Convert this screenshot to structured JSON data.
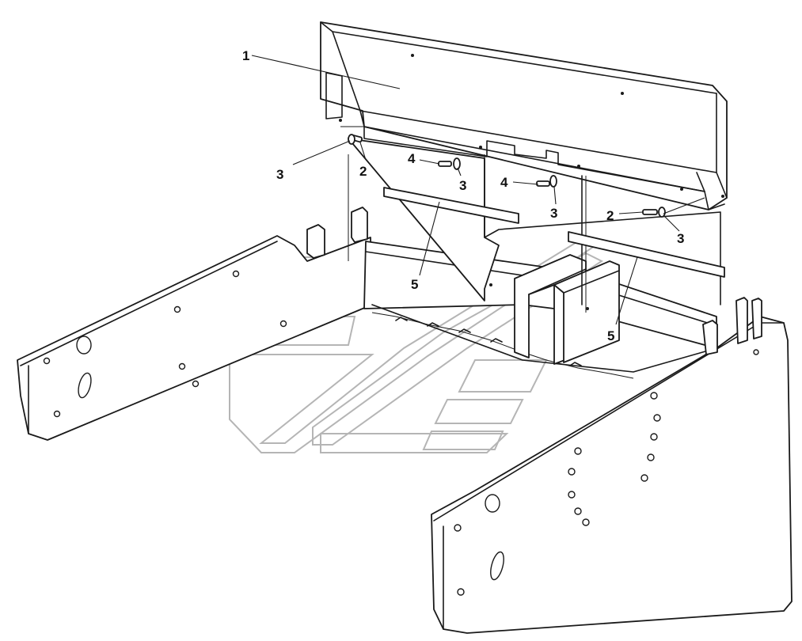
{
  "callouts": [
    {
      "id": "c1",
      "label": "1"
    },
    {
      "id": "c2a",
      "label": "2"
    },
    {
      "id": "c3a",
      "label": "3"
    },
    {
      "id": "c4a",
      "label": "4"
    },
    {
      "id": "c3b",
      "label": "3"
    },
    {
      "id": "c4b",
      "label": "4"
    },
    {
      "id": "c3c",
      "label": "3"
    },
    {
      "id": "c2b",
      "label": "2"
    },
    {
      "id": "c3d",
      "label": "3"
    },
    {
      "id": "c5a",
      "label": "5"
    },
    {
      "id": "c5b",
      "label": "5"
    }
  ],
  "colors": {
    "line": "#1a1a1a",
    "watermark": "#b5b5b5",
    "background": "#ffffff"
  }
}
